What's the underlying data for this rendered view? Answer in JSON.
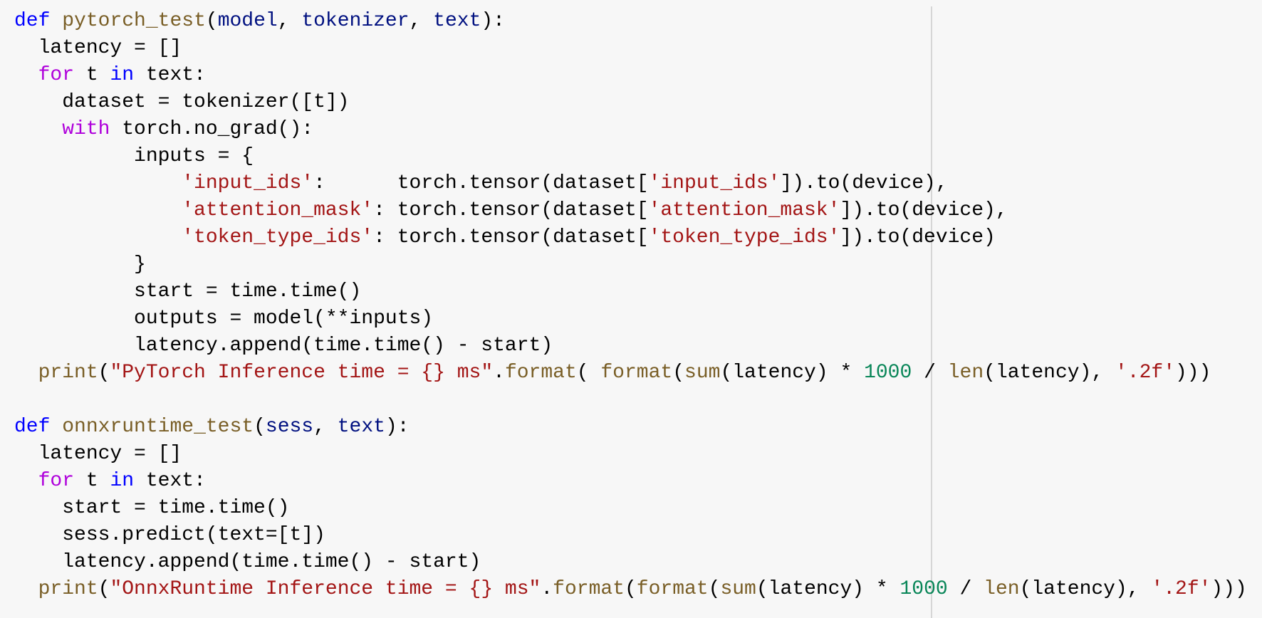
{
  "colors": {
    "background": "#f7f7f7",
    "keyword": "#0000ff",
    "control": "#af00db",
    "function": "#795e26",
    "parameter": "#001080",
    "string": "#a31515",
    "number": "#098658"
  },
  "code": {
    "lines": [
      [
        [
          "kw",
          "def"
        ],
        [
          "",
          ""
        ],
        [
          "",
          ""
        ],
        [
          "",
          " "
        ],
        [
          "fn",
          "pytorch_test"
        ],
        [
          "",
          "("
        ],
        [
          "param",
          "model"
        ],
        [
          "",
          ", "
        ],
        [
          "param",
          "tokenizer"
        ],
        [
          "",
          ", "
        ],
        [
          "param",
          "text"
        ],
        [
          "",
          "):"
        ]
      ],
      [
        [
          "",
          "  latency = []"
        ]
      ],
      [
        [
          "",
          "  "
        ],
        [
          "ctl",
          "for"
        ],
        [
          "",
          " t "
        ],
        [
          "kw",
          "in"
        ],
        [
          "",
          " text:"
        ]
      ],
      [
        [
          "",
          "    dataset = tokenizer([t])"
        ]
      ],
      [
        [
          "",
          "    "
        ],
        [
          "ctl",
          "with"
        ],
        [
          "",
          " torch.no_grad():"
        ]
      ],
      [
        [
          "",
          "          inputs = {"
        ]
      ],
      [
        [
          "",
          "              "
        ],
        [
          "str",
          "'input_ids'"
        ],
        [
          "",
          ":      torch.tensor(dataset["
        ],
        [
          "str",
          "'input_ids'"
        ],
        [
          "",
          "]).to(device),"
        ]
      ],
      [
        [
          "",
          "              "
        ],
        [
          "str",
          "'attention_mask'"
        ],
        [
          "",
          ": torch.tensor(dataset["
        ],
        [
          "str",
          "'attention_mask'"
        ],
        [
          "",
          "]).to(device),"
        ]
      ],
      [
        [
          "",
          "              "
        ],
        [
          "str",
          "'token_type_ids'"
        ],
        [
          "",
          ": torch.tensor(dataset["
        ],
        [
          "str",
          "'token_type_ids'"
        ],
        [
          "",
          "]).to(device)"
        ]
      ],
      [
        [
          "",
          "          }"
        ]
      ],
      [
        [
          "",
          "          start = time.time()"
        ]
      ],
      [
        [
          "",
          "          outputs = model(**inputs)"
        ]
      ],
      [
        [
          "",
          "          latency.append(time.time() - start)"
        ]
      ],
      [
        [
          "",
          "  "
        ],
        [
          "fn",
          "print"
        ],
        [
          "",
          "("
        ],
        [
          "str",
          "\"PyTorch Inference time = {} ms\""
        ],
        [
          "",
          "."
        ],
        [
          "fn",
          "format"
        ],
        [
          "",
          "( "
        ],
        [
          "fn",
          "format"
        ],
        [
          "",
          "("
        ],
        [
          "fn",
          "sum"
        ],
        [
          "",
          "(latency) * "
        ],
        [
          "num",
          "1000"
        ],
        [
          "",
          " / "
        ],
        [
          "fn",
          "len"
        ],
        [
          "",
          "(latency), "
        ],
        [
          "str",
          "'.2f'"
        ],
        [
          "",
          ")))"
        ]
      ],
      [],
      [
        [
          "kw",
          "def"
        ],
        [
          "",
          " "
        ],
        [
          "fn",
          "onnxruntime_test"
        ],
        [
          "",
          "("
        ],
        [
          "param",
          "sess"
        ],
        [
          "",
          ", "
        ],
        [
          "param",
          "text"
        ],
        [
          "",
          "):"
        ]
      ],
      [
        [
          "",
          "  latency = []"
        ]
      ],
      [
        [
          "",
          "  "
        ],
        [
          "ctl",
          "for"
        ],
        [
          "",
          " t "
        ],
        [
          "kw",
          "in"
        ],
        [
          "",
          " text:"
        ]
      ],
      [
        [
          "",
          "    start = time.time()"
        ]
      ],
      [
        [
          "",
          "    sess.predict(text=[t])"
        ]
      ],
      [
        [
          "",
          "    latency.append(time.time() - start)"
        ]
      ],
      [
        [
          "",
          "  "
        ],
        [
          "fn",
          "print"
        ],
        [
          "",
          "("
        ],
        [
          "str",
          "\"OnnxRuntime Inference time = {} ms\""
        ],
        [
          "",
          "."
        ],
        [
          "fn",
          "format"
        ],
        [
          "",
          "("
        ],
        [
          "fn",
          "format"
        ],
        [
          "",
          "("
        ],
        [
          "fn",
          "sum"
        ],
        [
          "",
          "(latency) * "
        ],
        [
          "num",
          "1000"
        ],
        [
          "",
          " / "
        ],
        [
          "fn",
          "len"
        ],
        [
          "",
          "(latency), "
        ],
        [
          "str",
          "'.2f'"
        ],
        [
          "",
          ")))"
        ]
      ]
    ]
  }
}
